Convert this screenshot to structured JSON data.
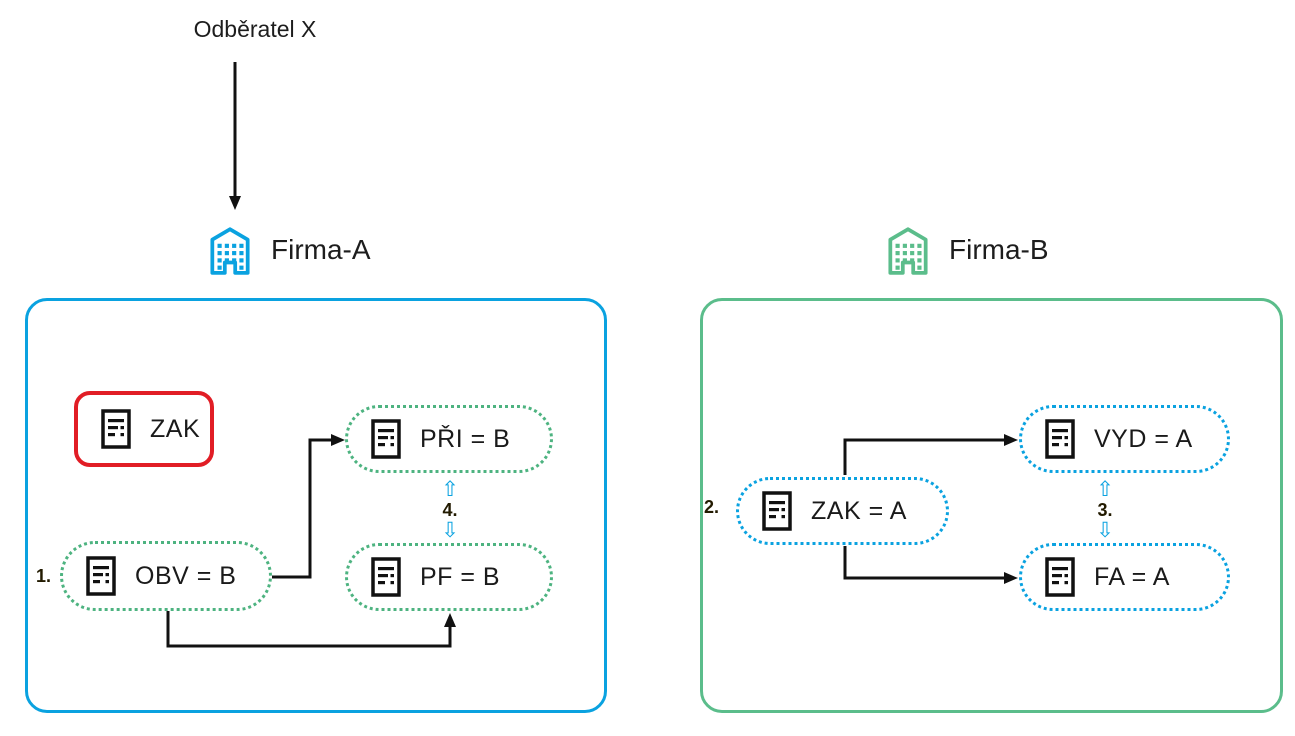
{
  "colors": {
    "blue": "#0AA2E0",
    "green": "#5BBD8B",
    "green_dots": "#4DB380",
    "red": "#E11D25",
    "arrow_black": "#111111"
  },
  "customer": {
    "label": "Odběratel X"
  },
  "firma_a": {
    "title": "Firma-A",
    "nodes": [
      {
        "label": "ZAK"
      },
      {
        "label": "PŘI = B"
      },
      {
        "label": "OBV = B"
      },
      {
        "label": "PF = B"
      }
    ],
    "steps": {
      "obv": "1.",
      "pri_pf": "4."
    }
  },
  "firma_b": {
    "title": "Firma-B",
    "nodes": [
      {
        "label": "ZAK = A"
      },
      {
        "label": "VYD = A"
      },
      {
        "label": "FA = A"
      }
    ],
    "steps": {
      "zak": "2.",
      "vyd_fa": "3."
    }
  },
  "sync_arrows": {
    "up": "⇧",
    "down": "⇩"
  }
}
